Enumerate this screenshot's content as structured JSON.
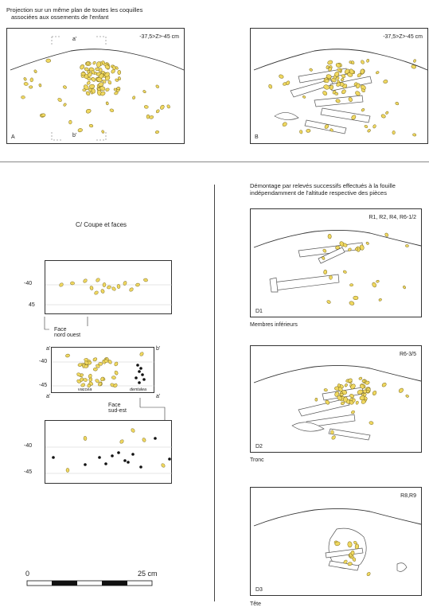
{
  "top_title": {
    "line1": "Projection sur un même plan de toutes les coquilles",
    "line2": "associées aux ossements de l'enfant"
  },
  "panel_a": {
    "label": "A",
    "range": "-37,5>Z>-45 cm",
    "mark_a": "a'",
    "mark_b": "b'"
  },
  "panel_b": {
    "label": "B",
    "range": "-37,5>Z>-45 cm"
  },
  "section_c": {
    "title": "C/ Coupe et faces"
  },
  "face_nw": {
    "line1": "Face",
    "line2": "nord ouest",
    "ticks": [
      "-40",
      "45"
    ]
  },
  "face_mid": {
    "a_top": "a'",
    "b_top": "b'",
    "a_bot": "a'",
    "b_bot": "a'",
    "ticks": [
      "-40",
      "-45"
    ],
    "left_word": "vaccea",
    "right_word": "dentalea"
  },
  "face_se": {
    "line1": "Face",
    "line2": "sud-est",
    "ticks": [
      "-40",
      "-45"
    ]
  },
  "scale": {
    "start": "0",
    "end": "25 cm"
  },
  "right_title": {
    "line1": "Démontage par relevés successifs effectués à la fouille",
    "line2": "indépendamment de l'altitude respective des pièces"
  },
  "d1": {
    "label": "D1",
    "range": "R1, R2, R4, R6-1/2",
    "caption": "Membres inférieurs"
  },
  "d2": {
    "label": "D2",
    "range": "R6-3/5",
    "caption": "Tronc"
  },
  "d3": {
    "label": "D3",
    "range": "R8,R9",
    "caption": "Tête"
  },
  "colors": {
    "shell_fill": "#f0d860",
    "shell_stroke": "#7a6a20",
    "dentalium": "#111111"
  }
}
